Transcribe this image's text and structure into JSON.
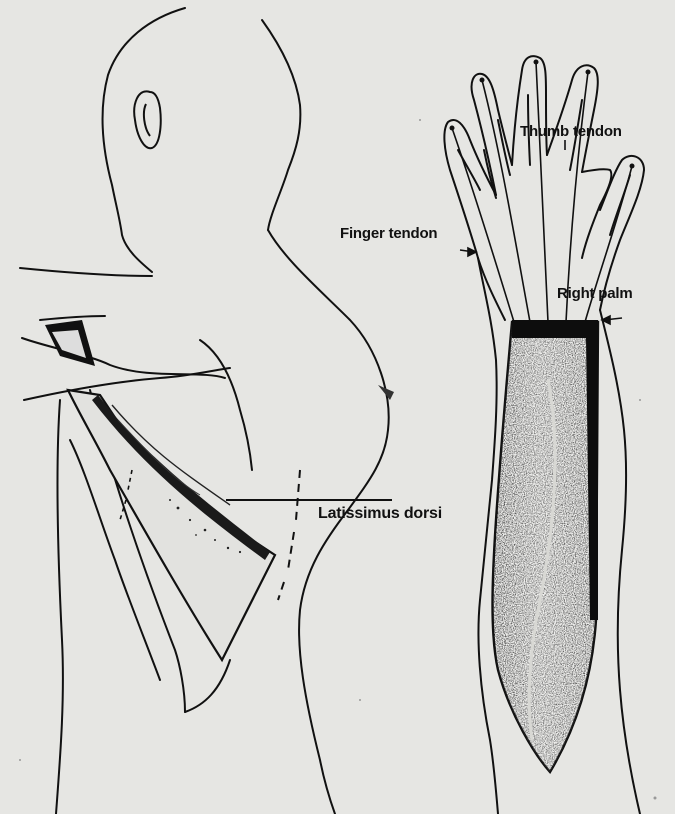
{
  "labels": {
    "latissimus_dorsi": "Latissimus dorsi",
    "thumb_tendon": "Thumb tendon",
    "finger_tendon": "Finger tendon",
    "right_palm": "Right palm"
  },
  "colors": {
    "background": "#e6e6e3",
    "ink": "#111111",
    "muscle_fill": "#3a3a3a"
  }
}
